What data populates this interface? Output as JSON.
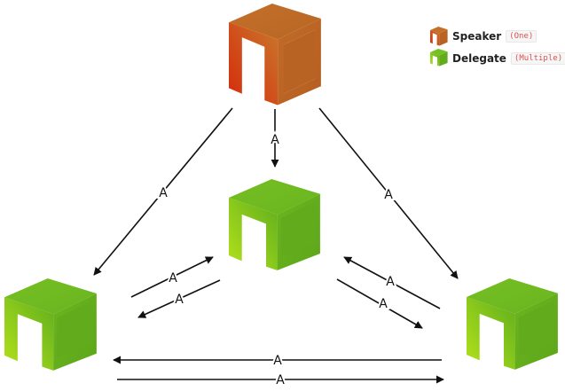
{
  "diagram": {
    "arrow_label": "A",
    "colors": {
      "speaker_dark": "#d62a0b",
      "speaker_light": "#c9782c",
      "delegate_dark": "#5fae1c",
      "delegate_light": "#b4e21c",
      "arrow": "#111111",
      "tag_text": "#d9534f"
    },
    "nodes": [
      {
        "role": "speaker"
      },
      {
        "role": "delegate"
      },
      {
        "role": "delegate"
      },
      {
        "role": "delegate"
      }
    ]
  },
  "legend": {
    "items": [
      {
        "name": "Speaker",
        "tag": "(One)",
        "icon": "speaker-cube-icon"
      },
      {
        "name": "Delegate",
        "tag": "(Multiple)",
        "icon": "delegate-cube-icon"
      }
    ]
  }
}
